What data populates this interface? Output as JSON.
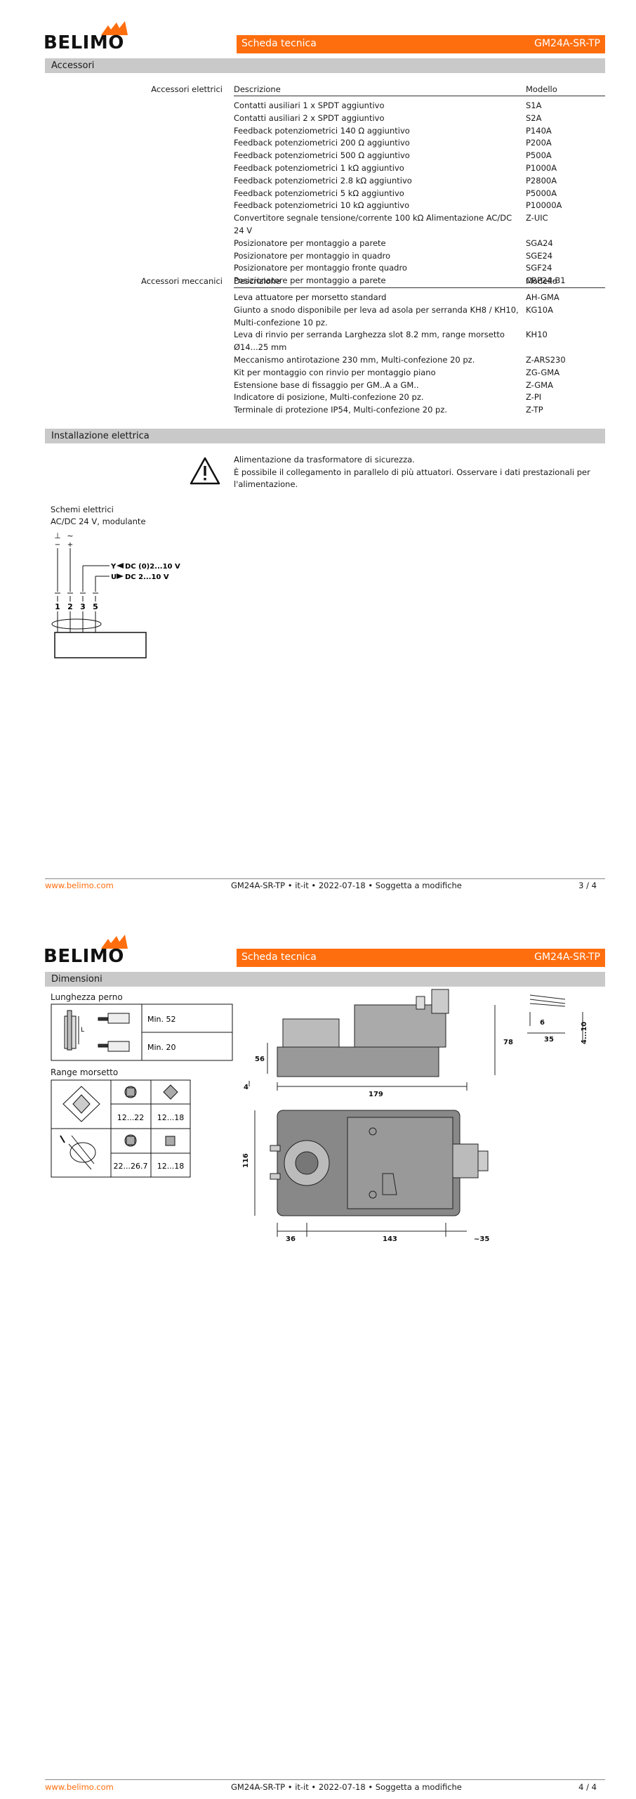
{
  "brand": {
    "logo_text": "BELIMO",
    "accent_color": "#ff6e0e"
  },
  "header": {
    "doc_type": "Scheda tecnica",
    "product": "GM24A-SR-TP"
  },
  "accessori": {
    "section_title": "Accessori",
    "col_description": "Descrizione",
    "col_model": "Modello",
    "elettrici": {
      "label": "Accessori elettrici",
      "rows": [
        {
          "desc": "Contatti ausiliari 1 x SPDT aggiuntivo",
          "model": "S1A"
        },
        {
          "desc": "Contatti ausiliari 2 x SPDT aggiuntivo",
          "model": "S2A"
        },
        {
          "desc": "Feedback potenziometrici 140 Ω aggiuntivo",
          "model": "P140A"
        },
        {
          "desc": "Feedback potenziometrici 200 Ω aggiuntivo",
          "model": "P200A"
        },
        {
          "desc": "Feedback potenziometrici 500 Ω aggiuntivo",
          "model": "P500A"
        },
        {
          "desc": "Feedback potenziometrici 1 kΩ aggiuntivo",
          "model": "P1000A"
        },
        {
          "desc": "Feedback potenziometrici 2.8 kΩ aggiuntivo",
          "model": "P2800A"
        },
        {
          "desc": "Feedback potenziometrici 5 kΩ aggiuntivo",
          "model": "P5000A"
        },
        {
          "desc": "Feedback potenziometrici 10 kΩ aggiuntivo",
          "model": "P10000A"
        },
        {
          "desc": "Convertitore segnale tensione/corrente 100 kΩ Alimentazione AC/DC 24 V",
          "model": "Z-UIC"
        },
        {
          "desc": "Posizionatore per montaggio a parete",
          "model": "SGA24"
        },
        {
          "desc": "Posizionatore per montaggio in quadro",
          "model": "SGE24"
        },
        {
          "desc": "Posizionatore per montaggio fronte quadro",
          "model": "SGF24"
        },
        {
          "desc": "Posizionatore per montaggio a parete",
          "model": "CRP24-B1"
        }
      ]
    },
    "meccanici": {
      "label": "Accessori meccanici",
      "rows": [
        {
          "desc": "Leva attuatore per morsetto standard",
          "model": "AH-GMA"
        },
        {
          "desc": "Giunto a snodo disponibile per leva ad asola per serranda KH8 / KH10, Multi-confezione 10 pz.",
          "model": "KG10A"
        },
        {
          "desc": "Leva di rinvio per serranda Larghezza slot 8.2 mm, range morsetto Ø14...25 mm",
          "model": "KH10"
        },
        {
          "desc": "Meccanismo antirotazione 230 mm, Multi-confezione 20 pz.",
          "model": "Z-ARS230"
        },
        {
          "desc": "Kit per montaggio con rinvio per montaggio piano",
          "model": "ZG-GMA"
        },
        {
          "desc": "Estensione base di fissaggio per GM..A a GM..",
          "model": "Z-GMA"
        },
        {
          "desc": "Indicatore di posizione, Multi-confezione 20 pz.",
          "model": "Z-PI"
        },
        {
          "desc": "Terminale di protezione IP54, Multi-confezione 20 pz.",
          "model": "Z-TP"
        }
      ]
    }
  },
  "installazione": {
    "section_title": "Installazione elettrica",
    "warning_1": "Alimentazione da trasformatore di sicurezza.",
    "warning_2": "È possibile il collegamento in parallelo di più attuatori. Osservare i dati prestazionali per l'alimentazione.",
    "schemi_title": "Schemi elettrici",
    "schemi_subtitle": "AC/DC 24 V, modulante",
    "wiring": {
      "terminals": [
        "1",
        "2",
        "3",
        "5"
      ],
      "supply_symbols": [
        "⊥",
        "~",
        "−",
        "+"
      ],
      "signal_y": "Y",
      "signal_y_text": "DC (0)2...10 V",
      "signal_u": "U",
      "signal_u_text": "DC 2...10 V"
    }
  },
  "footer_p1": {
    "website": "www.belimo.com",
    "doc_info": "GM24A-SR-TP • it-it • 2022-07-18 • Soggetta a modifiche",
    "page": "3 / 4"
  },
  "dimensioni": {
    "section_title": "Dimensioni",
    "lunghezza_title": "Lunghezza perno",
    "lunghezza_rows": [
      "Min. 52",
      "Min. 20"
    ],
    "lunghezza_label_l": "L",
    "range_title": "Range morsetto",
    "range_rows": [
      [
        "12...22",
        "12...18"
      ],
      [
        "22...26.7",
        "12...18"
      ]
    ],
    "drawing_dims": [
      "78",
      "56",
      "4",
      "179",
      "6",
      "35",
      "4...10",
      "116",
      "36",
      "143",
      "~35"
    ]
  },
  "footer_p2": {
    "website": "www.belimo.com",
    "doc_info": "GM24A-SR-TP • it-it • 2022-07-18 • Soggetta a modifiche",
    "page": "4 / 4"
  }
}
